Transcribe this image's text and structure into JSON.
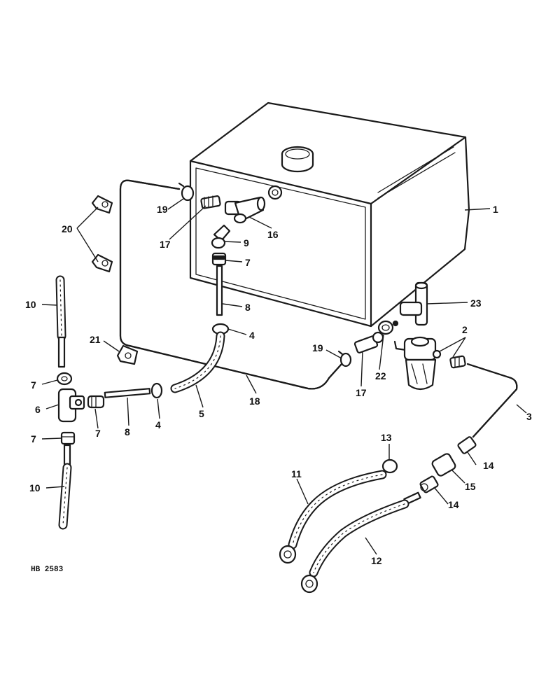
{
  "drawing_ref": "HB 2583",
  "callouts": {
    "c1": "1",
    "c2": "2",
    "c3": "3",
    "c4a": "4",
    "c4b": "4",
    "c5": "5",
    "c6": "6",
    "c7a": "7",
    "c7b": "7",
    "c7c": "7",
    "c7d": "7",
    "c8a": "8",
    "c8b": "8",
    "c9": "9",
    "c10a": "10",
    "c10b": "10",
    "c11": "11",
    "c12": "12",
    "c13": "13",
    "c14a": "14",
    "c14b": "14",
    "c15": "15",
    "c16": "16",
    "c17a": "17",
    "c17b": "17",
    "c18": "18",
    "c19a": "19",
    "c19b": "19",
    "c20": "20",
    "c21": "21",
    "c22": "22",
    "c23": "23"
  }
}
